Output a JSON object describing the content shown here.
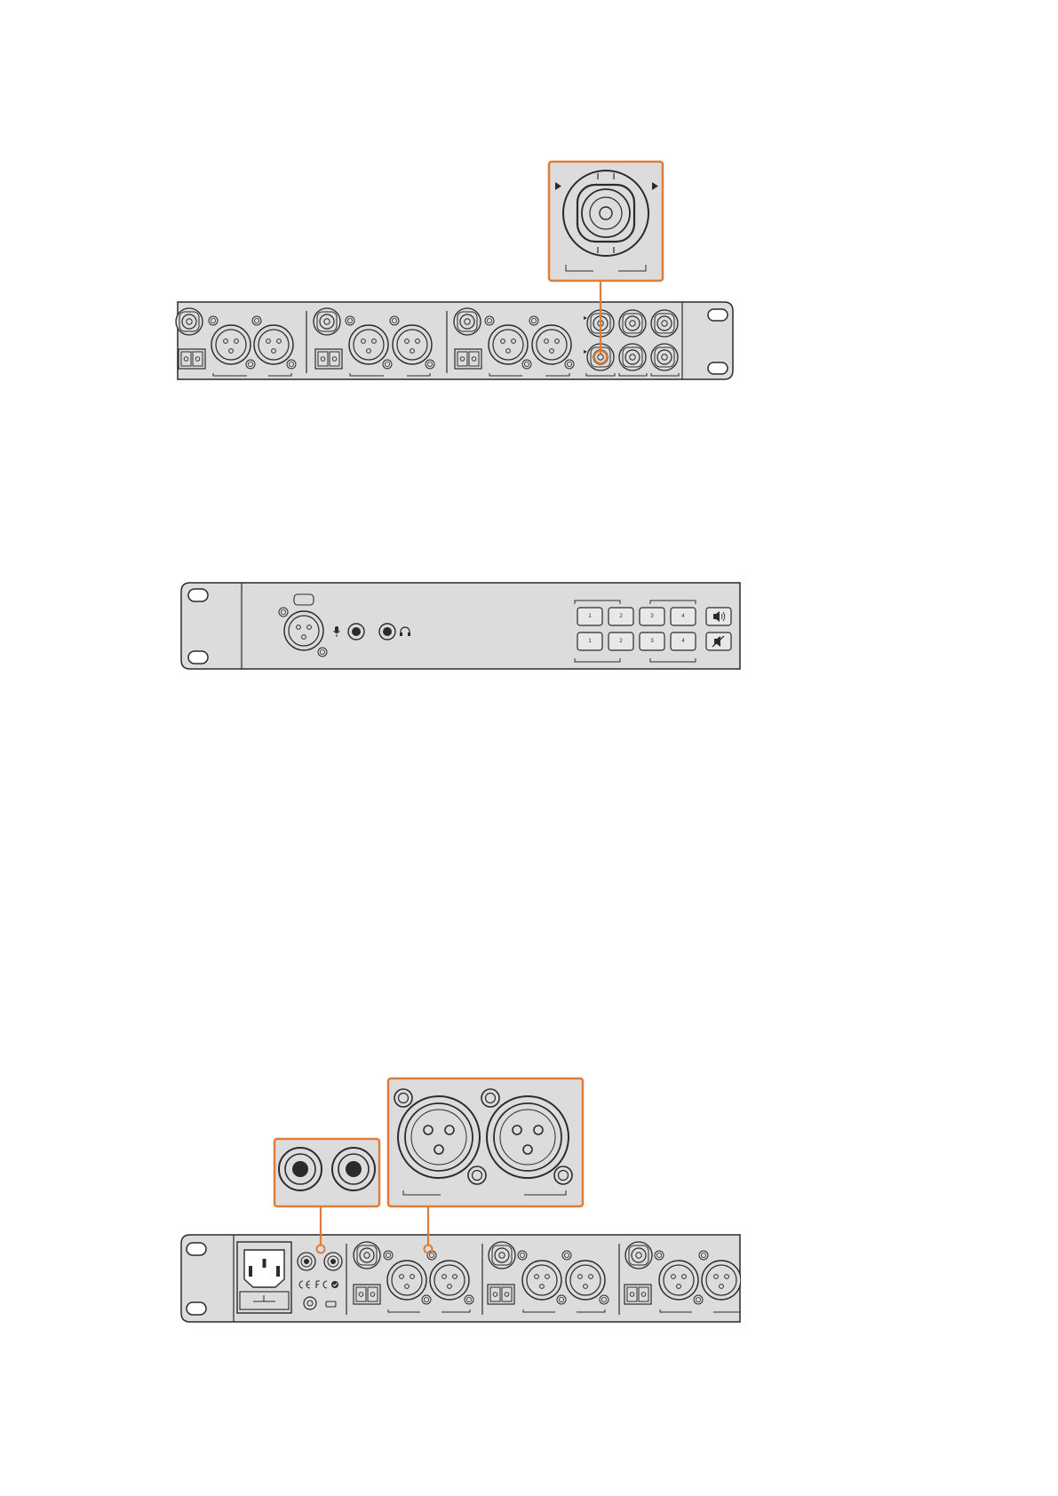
{
  "colors": {
    "panel": "#dcdcdc",
    "outline": "#2b2b2b",
    "callout": "#e07b39",
    "background": "#ffffff"
  },
  "front_panel": {
    "monitor_buttons_top": [
      "1",
      "2",
      "3",
      "4"
    ],
    "monitor_buttons_bottom": [
      "1",
      "2",
      "3",
      "4"
    ]
  },
  "icons": {
    "bnc": "bnc-connector-icon",
    "xlr": "xlr-connector-icon",
    "rca": "rca-connector-icon",
    "power": "iec-power-inlet-icon",
    "mic": "microphone-icon",
    "headphones": "headphones-icon",
    "speaker": "speaker-icon",
    "mute": "mute-icon"
  }
}
